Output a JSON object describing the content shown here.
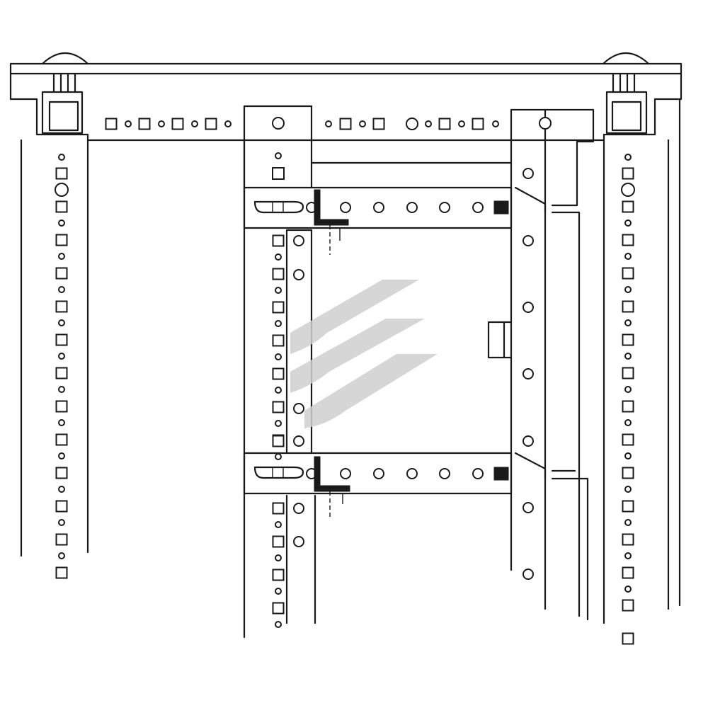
{
  "diagram": {
    "kind": "rack frame mounting illustration",
    "colors": {
      "line": "#1a1a1a",
      "background": "#ffffff",
      "watermark": "#cfcfcf"
    },
    "parts": [
      "frame-top-beam",
      "left-upright-post",
      "right-upright-post",
      "center-vertical-rail",
      "right-vertical-rail",
      "upper-crossbar",
      "lower-crossbar",
      "upper-angle-bracket",
      "lower-angle-bracket",
      "watermark-logo"
    ]
  }
}
